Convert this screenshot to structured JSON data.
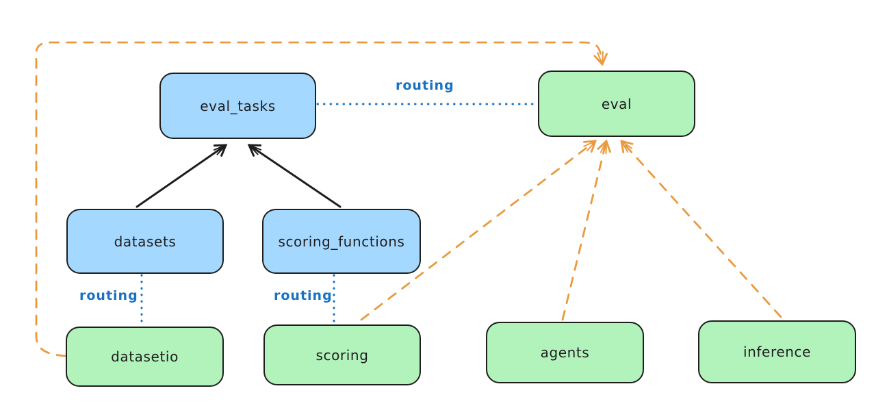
{
  "diagram": {
    "nodes": {
      "eval_tasks": {
        "label": "eval_tasks",
        "fill": "#a5d8ff"
      },
      "eval": {
        "label": "eval",
        "fill": "#b2f2bb"
      },
      "datasets": {
        "label": "datasets",
        "fill": "#a5d8ff"
      },
      "scoring_functions": {
        "label": "scoring_functions",
        "fill": "#a5d8ff"
      },
      "datasetio": {
        "label": "datasetio",
        "fill": "#b2f2bb"
      },
      "scoring": {
        "label": "scoring",
        "fill": "#b2f2bb"
      },
      "agents": {
        "label": "agents",
        "fill": "#b2f2bb"
      },
      "inference": {
        "label": "inference",
        "fill": "#b2f2bb"
      }
    },
    "edges": {
      "eval_tasks_to_eval": {
        "label": "routing",
        "style": "dotted-blue"
      },
      "datasets_to_datasetio": {
        "label": "routing",
        "style": "dotted-blue"
      },
      "scoring_functions_to_scoring": {
        "label": "routing",
        "style": "dotted-blue"
      },
      "datasets_to_eval_tasks": {
        "style": "solid-black-arrow"
      },
      "scoring_functions_to_eval_tasks": {
        "style": "solid-black-arrow"
      },
      "datasetio_to_eval": {
        "style": "dashed-orange-arrow"
      },
      "scoring_to_eval": {
        "style": "dashed-orange-arrow"
      },
      "agents_to_eval": {
        "style": "dashed-orange-arrow"
      },
      "inference_to_eval": {
        "style": "dashed-orange-arrow"
      }
    },
    "colors": {
      "blue_node_fill": "#a5d8ff",
      "green_node_fill": "#b2f2bb",
      "node_border": "#1e1e1e",
      "routing_blue": "#1971c2",
      "orange_dashed": "#ea9a3e",
      "black_arrow": "#1e1e1e",
      "background": "#ffffff"
    }
  }
}
